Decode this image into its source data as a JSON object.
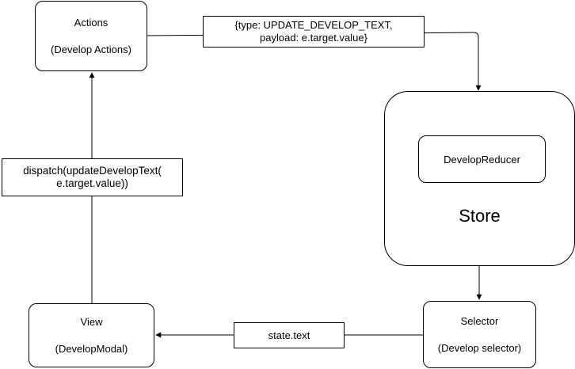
{
  "nodes": {
    "actions": {
      "title": "Actions",
      "subtitle": "(Develop Actions)"
    },
    "store": {
      "title": "Store",
      "reducer": "DevelopReducer"
    },
    "selector": {
      "title": "Selector",
      "subtitle": "(Develop selector)"
    },
    "view": {
      "title": "View",
      "subtitle": "(DevelopModal)"
    }
  },
  "edges": {
    "actions_to_store": {
      "line1": "{type: UPDATE_DEVELOP_TEXT,",
      "line2": "payload: e.target.value}"
    },
    "selector_to_view": {
      "label": "state.text"
    },
    "view_to_actions": {
      "line1": "dispatch(updateDevelopText(",
      "line2": "e.target.value))"
    }
  },
  "colors": {
    "stroke": "#000000",
    "fill": "#ffffff"
  }
}
